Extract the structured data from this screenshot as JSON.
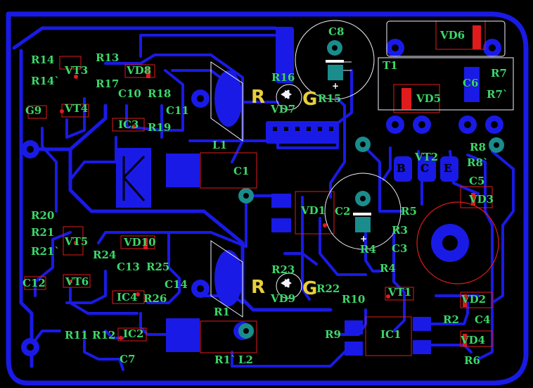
{
  "colors": {
    "board": "#000000",
    "copper": "#1a1ae6",
    "silk": "#f2f2ff",
    "outline": "#e01b1b",
    "label": "#3cd76a",
    "via": "#1a8c8c",
    "led_text": "#e8cf3a"
  },
  "labels": [
    "C8",
    "VD6",
    "T1",
    "R14",
    "VT3",
    "R13",
    "VD8",
    "R7",
    "R14`",
    "R17",
    "R16",
    "C10",
    "R18",
    "C6",
    "R7`",
    "G9",
    "VT4",
    "C11",
    "VD7",
    "R15",
    "VD5",
    "IC3",
    "R19",
    "R8",
    "L1",
    "VT2",
    "R8`",
    "C1",
    "C5",
    "VD3",
    "VD1",
    "C2",
    "R5",
    "R20",
    "R3",
    "R21",
    "R21`",
    "VT5",
    "VD10",
    "R24",
    "R4",
    "C3",
    "C13",
    "R25",
    "R23",
    "R4",
    "C12",
    "VT6",
    "C14",
    "VD9",
    "R22",
    "VT1",
    "IC4",
    "R26",
    "R10",
    "VD2",
    "R1",
    "R2",
    "C4",
    "R11",
    "R12",
    "IC2",
    "R9",
    "IC1",
    "VD4",
    "C7",
    "R1`",
    "L2",
    "R6"
  ],
  "led_letters": [
    "R",
    "G",
    "R",
    "G"
  ],
  "vt2_pins": [
    "B",
    "C",
    "E"
  ],
  "polarity_marks": [
    "+",
    "+"
  ]
}
